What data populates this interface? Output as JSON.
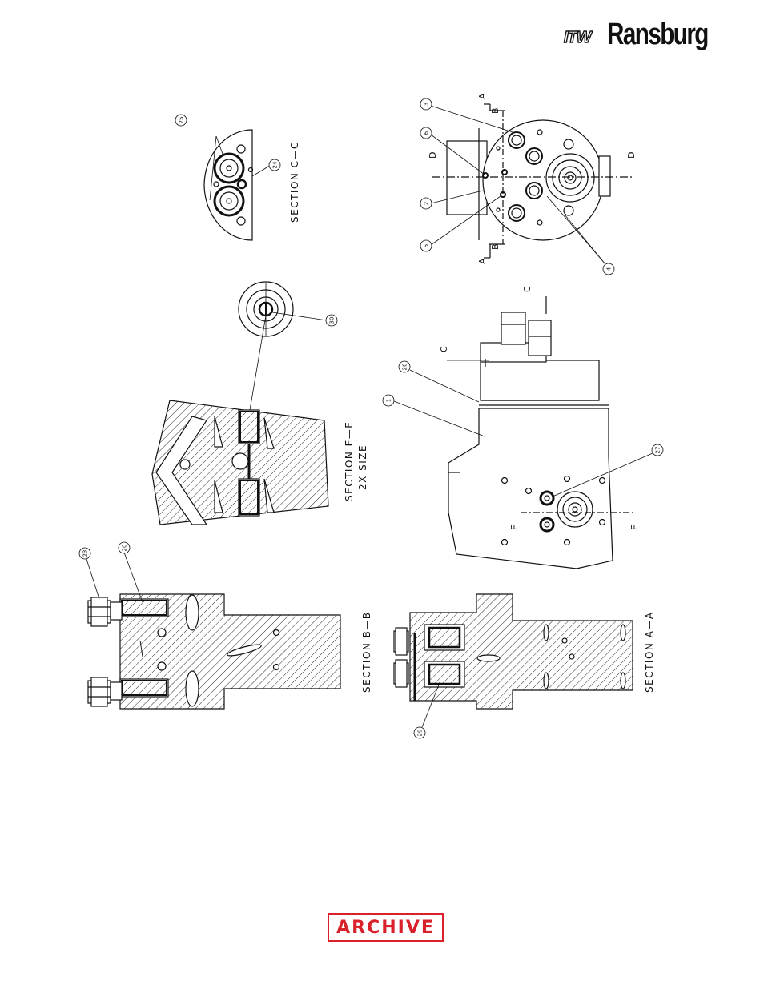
{
  "header": {
    "logo_prefix": "ITW",
    "logo_name": "Ransburg"
  },
  "sections": {
    "c_c": "SECTION C—C",
    "e_e": "SECTION E—E",
    "e_e_scale": "2X SIZE",
    "b_b": "SECTION B—B",
    "a_a": "SECTION A—A"
  },
  "balloons": {
    "b1": "1",
    "b2": "2",
    "b3": "3",
    "b4": "4",
    "b5": "5",
    "b6": "6",
    "b20": "20",
    "b23": "23",
    "b24": "24",
    "b25": "25",
    "b26": "26",
    "b27": "27",
    "b29": "29",
    "b30": "30"
  },
  "cut_letters": {
    "a": "A",
    "b": "B",
    "c": "C",
    "d": "D",
    "e": "E"
  },
  "stamp": {
    "label": "ARCHIVE",
    "color": "#d8212a"
  }
}
